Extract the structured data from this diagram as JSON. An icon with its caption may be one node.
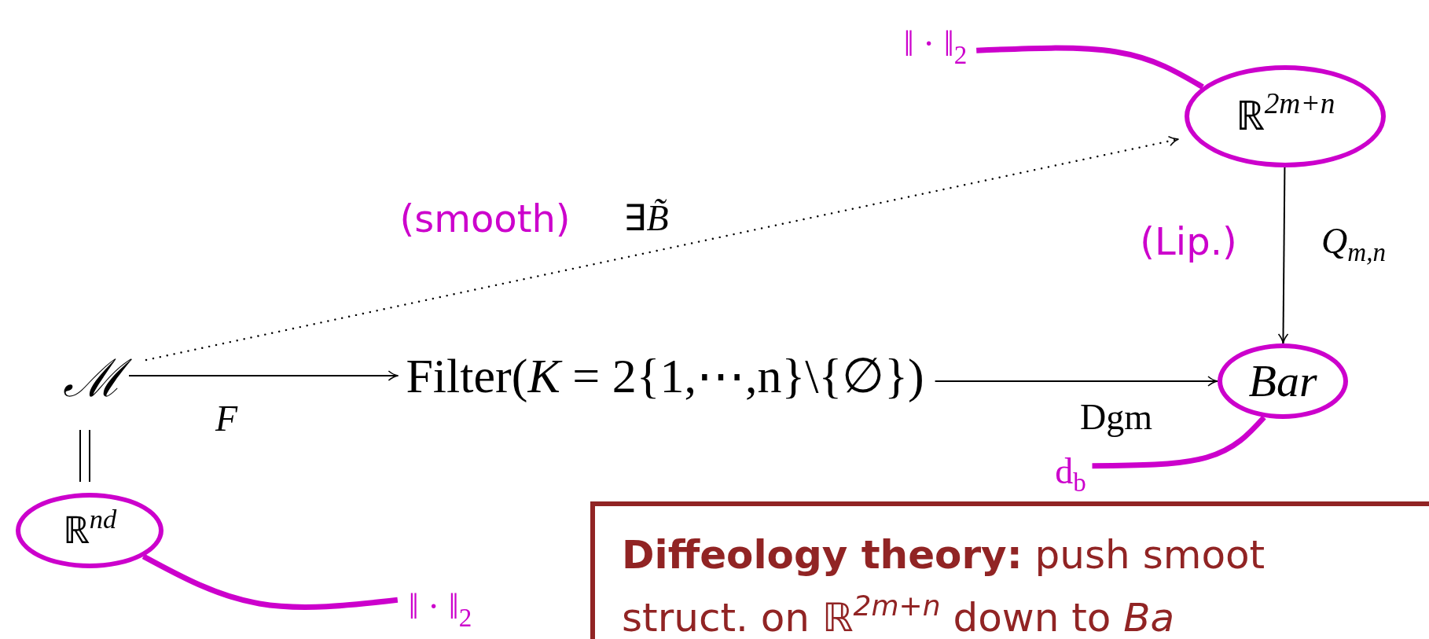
{
  "diagram": {
    "nodes": [
      {
        "text": [
          "ℳ"
        ]
      },
      {
        "text": [
          "Filter(*K* = 2{1,⋯,n}\\{∅})"
        ]
      },
      {
        "text": [
          "Bar"
        ]
      },
      {
        "text": [
          "ℝ$^{2m+n}$"
        ]
      },
      {
        "text": [
          "ℝ$^{nd}$"
        ]
      },
      {
        "text": [
          "‖ · ‖$_{2}$"
        ]
      },
      {
        "text": [
          "‖ · ‖$_{2}$"
        ]
      },
      {
        "text": [
          "d$_{b}$"
        ]
      },
      {
        "text": [
          "**Diffeology theory:** push smoot struct. on ℝ$^{2m+n}$ down to *Ba*"
        ]
      }
    ],
    "edges": [
      {
        "from": 0,
        "to": 1,
        "arrow": "to",
        "label": "F"
      },
      {
        "from": 1,
        "to": 2,
        "arrow": "to",
        "label": "Dgm"
      },
      {
        "from": 0,
        "to": 3,
        "arrow": "to",
        "label": "∃*B̃*",
        "style": "dashed"
      },
      {
        "from": 3,
        "to": 2,
        "arrow": "to",
        "label": "Q$_{m,n}$"
      },
      {
        "from": 0,
        "to": 4,
        "arrow": "none"
      },
      {
        "from": 5,
        "to": 3,
        "arrow": "none",
        "style": "thick",
        "color": "#cc00cc"
      },
      {
        "from": 6,
        "to": 4,
        "arrow": "none",
        "style": "thick",
        "color": "#cc00cc"
      },
      {
        "from": 7,
        "to": 2,
        "arrow": "none",
        "style": "thick",
        "color": "#cc00cc"
      }
    ],
    "labels": [
      "(smooth)",
      "(Lip.)"
    ]
  }
}
